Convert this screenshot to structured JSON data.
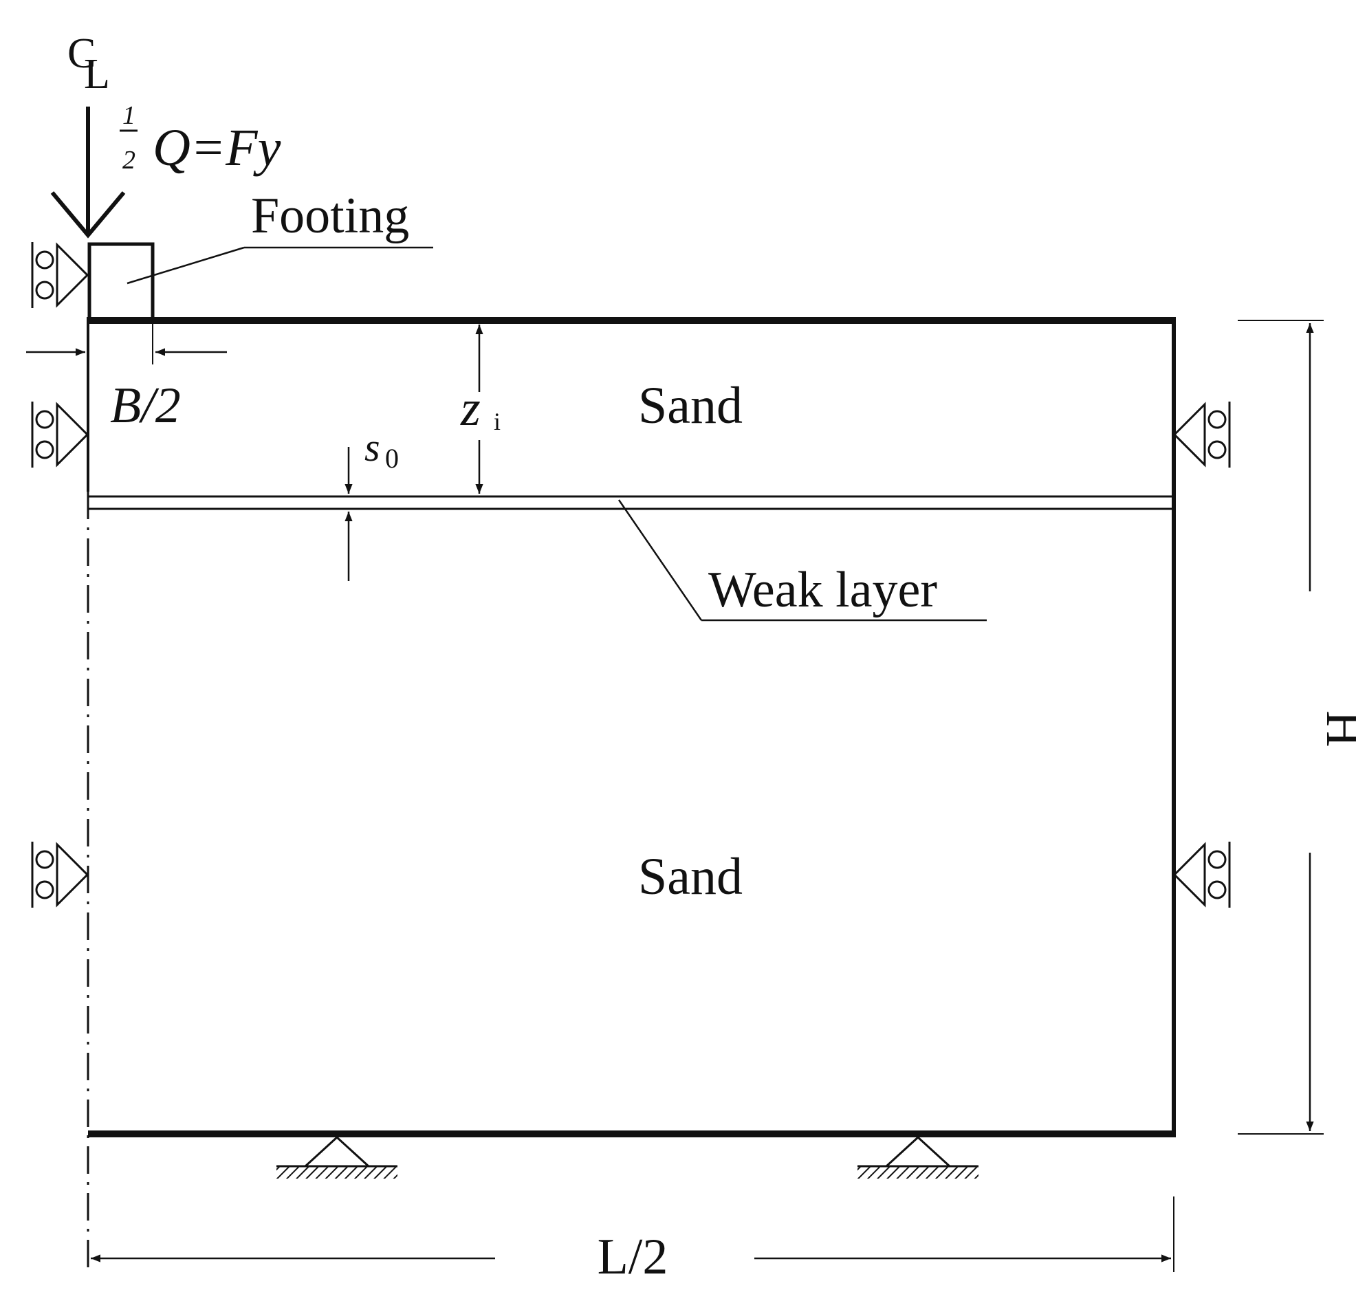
{
  "diagram": {
    "centerline_symbol": {
      "c": "C",
      "l": "L"
    },
    "load": {
      "frac_num": "1",
      "frac_den": "2",
      "expression": "Q=Fy"
    },
    "labels": {
      "footing": "Footing",
      "half_width": "B/2",
      "depth": "z",
      "depth_sub": "i",
      "thickness": "s",
      "thickness_sub": "0",
      "sand_upper": "Sand",
      "sand_lower": "Sand",
      "weak_layer": "Weak layer",
      "height": "H",
      "half_length": "L/2"
    }
  }
}
